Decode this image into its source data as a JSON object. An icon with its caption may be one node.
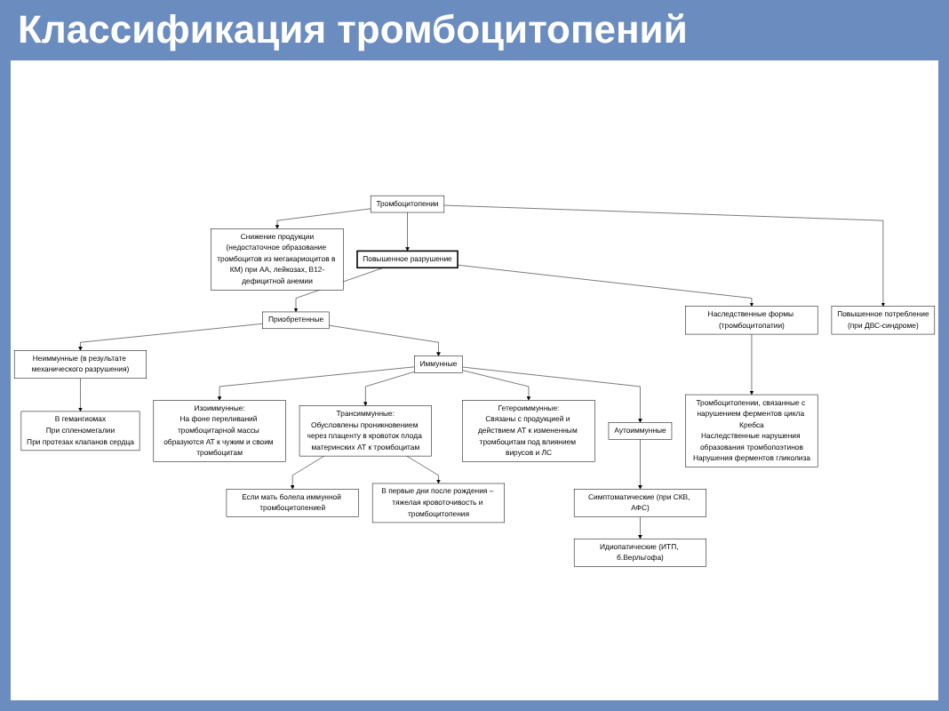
{
  "diagram": {
    "title": "Классификация тромбоцитопений",
    "nodes": [
      {
        "text": [
          "Тромбоцитопении"
        ]
      },
      {
        "text": [
          "Снижение продукции",
          "(недостаточное образование тромбоцитов из мегакариоцитов в КМ) при АА, лейкозах, B12-дефицитной анемии"
        ]
      },
      {
        "text": [
          "Повышенное разрушение"
        ]
      },
      {
        "text": [
          "Повышенное потребление",
          "(при ДВС-синдроме)"
        ]
      },
      {
        "text": [
          "Наследственные формы (тромбоцитопатии)"
        ]
      },
      {
        "text": [
          "Приобретенные"
        ]
      },
      {
        "text": [
          "Неиммунные (в результате механического разрушения)"
        ]
      },
      {
        "text": [
          "В гемангиомах",
          "При спленомегалии",
          "При протезах клапанов сердца"
        ]
      },
      {
        "text": [
          "Тромбоцитопении, связанные с нарушением ферментов цикла Кребса",
          "Наследственные нарушения образования тромбопоэтинов",
          "Нарушения ферментов гликолиза"
        ]
      },
      {
        "text": [
          "Иммунные"
        ]
      },
      {
        "text": [
          "Изоиммунные:",
          "На фоне переливаний тромбоцитарной массы образуются АТ к чужим и своим тромбоцитам"
        ]
      },
      {
        "text": [
          "Трансиммунные:",
          "Обусловлены проникновением через плаценту в кровоток плода материнских АТ к тромбоцитам"
        ]
      },
      {
        "text": [
          "Гетероиммунные:",
          "Связаны с продукцией и действием АТ к измененным тромбоцитам под влиянием вирусов и ЛС"
        ]
      },
      {
        "text": [
          "Аутоиммунные"
        ]
      },
      {
        "text": [
          "Симптоматические (при СКВ, АФС)"
        ]
      },
      {
        "text": [
          "Идиопатические (ИТП, б.Верльгофа)"
        ]
      },
      {
        "text": [
          "Если мать болела иммунной тромбоцитопенией"
        ]
      },
      {
        "text": [
          "В первые дни после рождения – тяжелая кровоточивость и тромбоцитопения"
        ]
      }
    ],
    "edges": [
      {
        "from": 0,
        "to": 1,
        "arrow": "to"
      },
      {
        "from": 0,
        "to": 2,
        "arrow": "to"
      },
      {
        "from": 0,
        "to": 3,
        "arrow": "to"
      },
      {
        "from": 2,
        "to": 5,
        "arrow": "to"
      },
      {
        "from": 2,
        "to": 4,
        "arrow": "to"
      },
      {
        "from": 4,
        "to": 8,
        "arrow": "to"
      },
      {
        "from": 5,
        "to": 6,
        "arrow": "to"
      },
      {
        "from": 6,
        "to": 7,
        "arrow": "to"
      },
      {
        "from": 5,
        "to": 9,
        "arrow": "to"
      },
      {
        "from": 9,
        "to": 10,
        "arrow": "to"
      },
      {
        "from": 9,
        "to": 11,
        "arrow": "to"
      },
      {
        "from": 9,
        "to": 12,
        "arrow": "to"
      },
      {
        "from": 9,
        "to": 13,
        "arrow": "to"
      },
      {
        "from": 13,
        "to": 14,
        "arrow": "to"
      },
      {
        "from": 14,
        "to": 15,
        "arrow": "to"
      },
      {
        "from": 11,
        "to": 16,
        "arrow": "to"
      },
      {
        "from": 11,
        "to": 17,
        "arrow": "to"
      }
    ]
  }
}
